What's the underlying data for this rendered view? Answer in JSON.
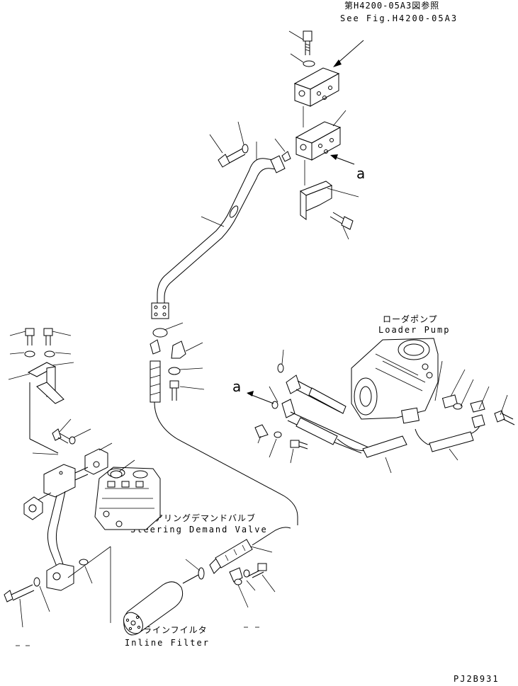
{
  "labels": {
    "ref_jp": "第H4200-05A3図参照",
    "ref_en": "See Fig.H4200-05A3",
    "loader_pump_jp": "ローダポンプ",
    "loader_pump_en": "Loader Pump",
    "steering_valve_jp": "ステアリングデマンドバルブ",
    "steering_valve_en": "Steering Demand Valve",
    "inline_filter_jp": "インラインフイルタ",
    "inline_filter_en": "Inline Filter",
    "marker_a_upper": "a",
    "marker_a_left": "a",
    "drawing_no": "PJ2B931"
  }
}
